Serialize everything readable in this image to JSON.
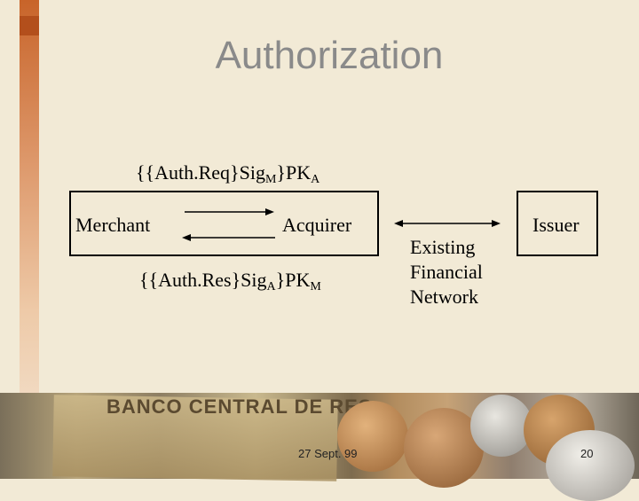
{
  "title": "Authorization",
  "request_message": {
    "main": "{{Auth.Req}Sig",
    "sub1": "M",
    "mid": "}PK",
    "sub2": "A"
  },
  "response_message": {
    "main": "{{Auth.Res}Sig",
    "sub1": "A",
    "mid": "}PK",
    "sub2": "M"
  },
  "nodes": {
    "merchant": "Merchant",
    "acquirer": "Acquirer",
    "issuer": "Issuer"
  },
  "network_label": [
    "Existing",
    "Financial",
    "Network"
  ],
  "footer": {
    "date": "27 Sept. 99",
    "page": "20"
  },
  "background_images": {
    "banknote_text": "BANCO CENTRAL DE RES"
  },
  "colors": {
    "accent": "#c8642a",
    "title": "#8a8a8a",
    "background": "#f2ead6"
  }
}
